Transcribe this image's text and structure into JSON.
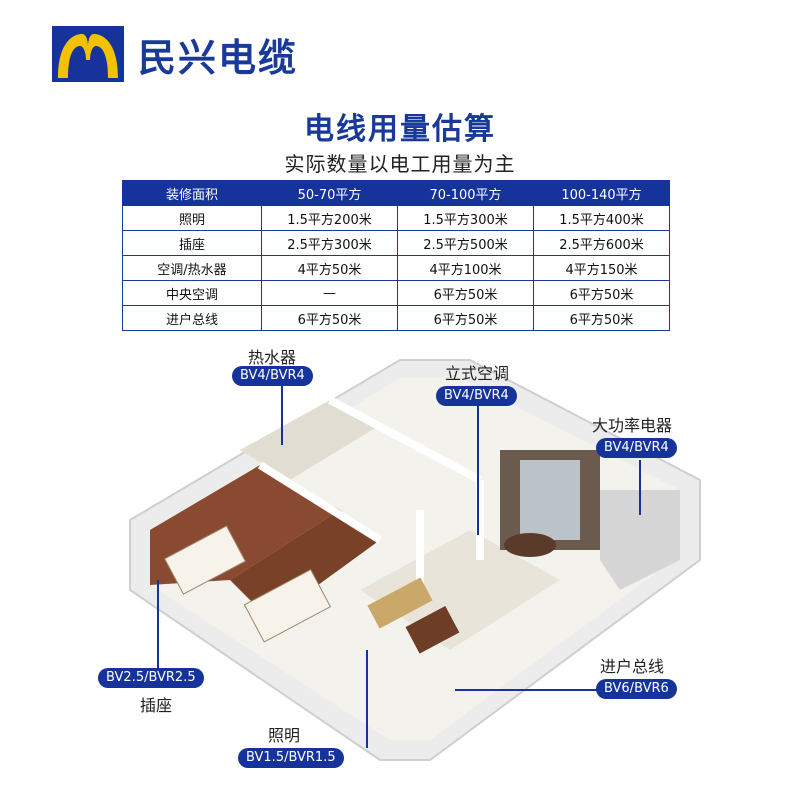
{
  "brand": {
    "name": "民兴电缆",
    "logo_icon": "brand-logo-icon",
    "colors": {
      "blue": "#16339c",
      "yellow": "#f2c200"
    }
  },
  "header": {
    "title": "电线用量估算",
    "subtitle": "实际数量以电工用量为主"
  },
  "table": {
    "headers": [
      "装修面积",
      "50-70平方",
      "70-100平方",
      "100-140平方"
    ],
    "rows": [
      [
        "照明",
        "1.5平方200米",
        "1.5平方300米",
        "1.5平方400米"
      ],
      [
        "插座",
        "2.5平方300米",
        "2.5平方500米",
        "2.5平方600米"
      ],
      [
        "空调/热水器",
        "4平方50米",
        "4平方100米",
        "4平方150米"
      ],
      [
        "中央空调",
        "—",
        "6平方50米",
        "6平方50米"
      ],
      [
        "进户总线",
        "6平方50米",
        "6平方50米",
        "6平方50米"
      ]
    ]
  },
  "labels": {
    "water_heater": {
      "name": "热水器",
      "spec": "BV4/BVR4"
    },
    "standing_ac": {
      "name": "立式空调",
      "spec": "BV4/BVR4"
    },
    "high_power": {
      "name": "大功率电器",
      "spec": "BV4/BVR4"
    },
    "socket": {
      "name": "插座",
      "spec": "BV2.5/BVR2.5"
    },
    "lighting": {
      "name": "照明",
      "spec": "BV1.5/BVR1.5"
    },
    "main_line": {
      "name": "进户总线",
      "spec": "BV6/BVR6"
    }
  }
}
